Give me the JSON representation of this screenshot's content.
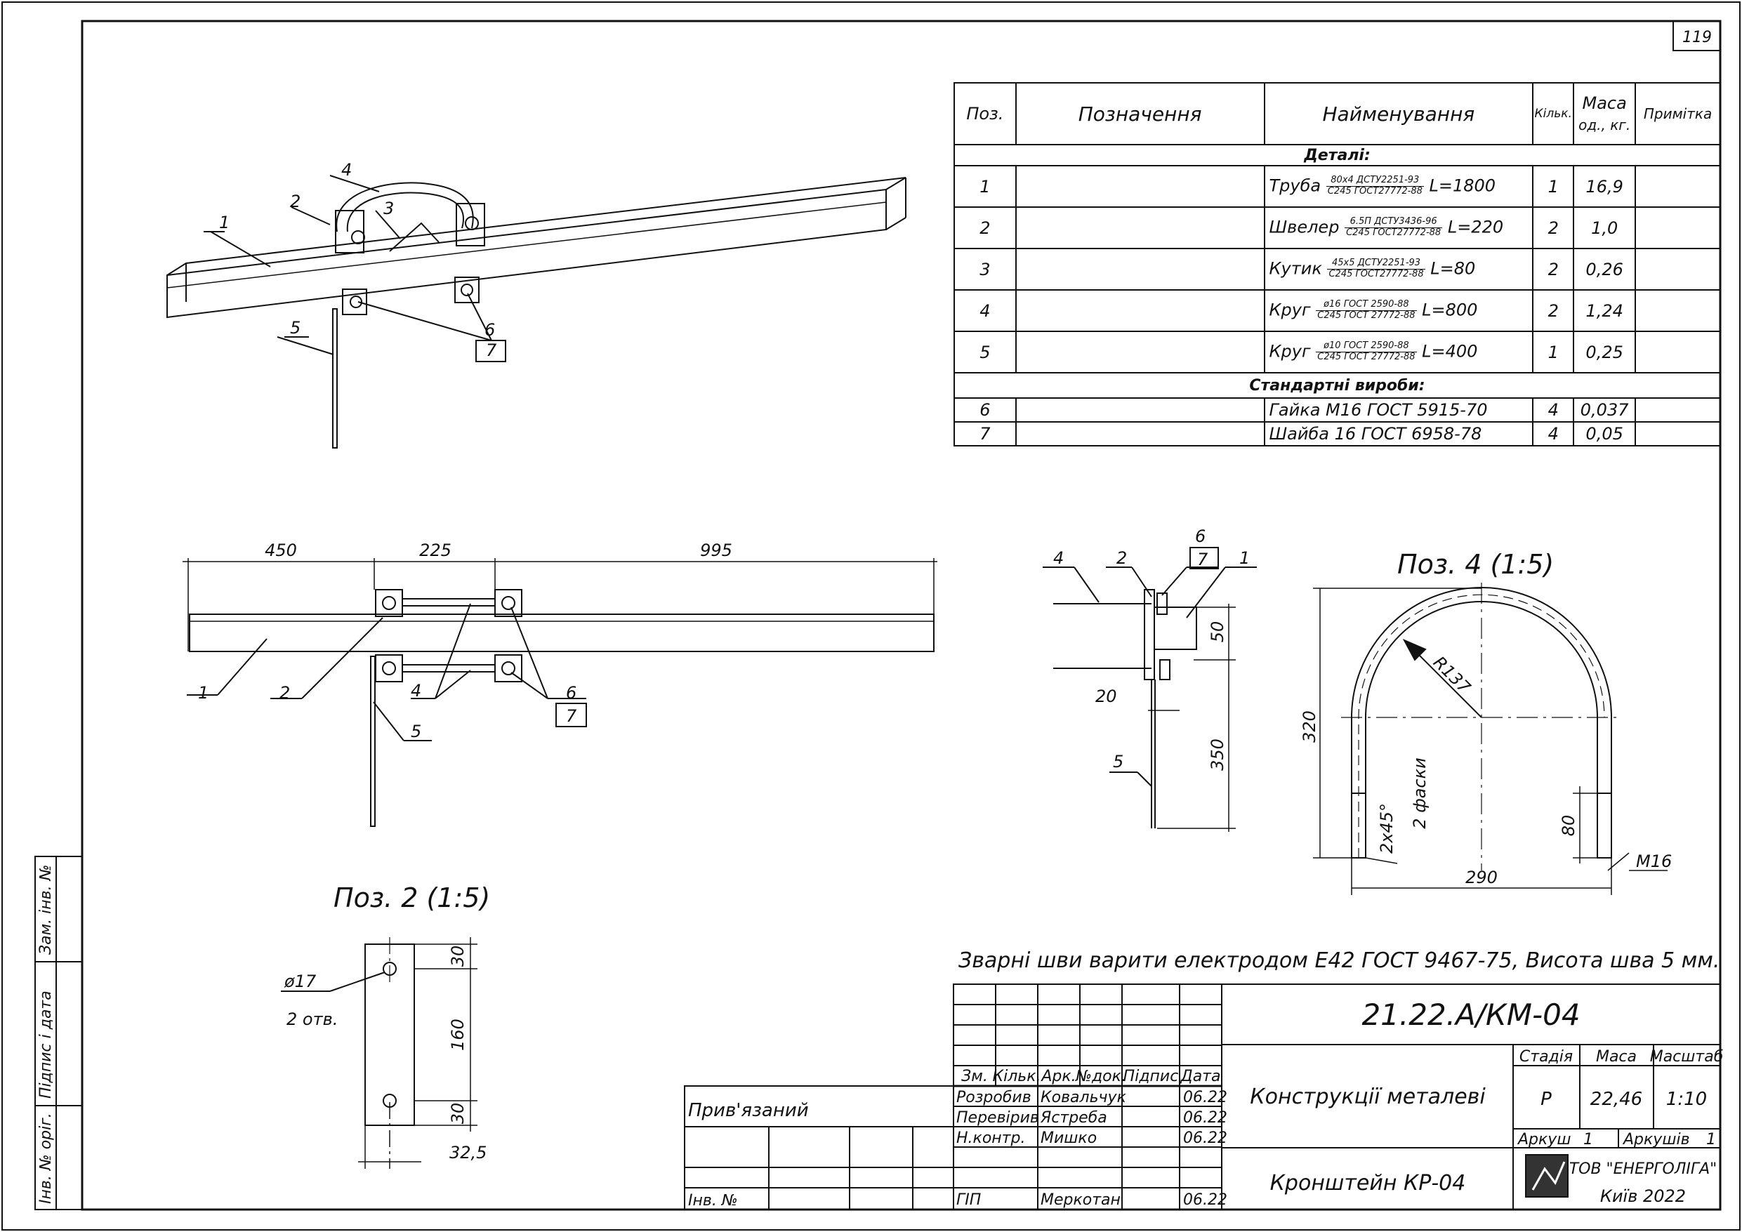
{
  "sheet_number": "119",
  "spec_table": {
    "headers": {
      "pos": "Поз.",
      "designation": "Позначення",
      "name": "Найменування",
      "qty": "Кільк.",
      "mass_line1": "Маса",
      "mass_line2": "од., кг.",
      "note": "Примітка"
    },
    "section_details": "Деталі:",
    "section_standard": "Стандартні вироби:",
    "rows": [
      {
        "pos": "1",
        "name": "Труба",
        "top": "80x4 ДСТУ2251-93",
        "bottom": "С245 ГОСТ27772-88",
        "len": "L=1800",
        "qty": "1",
        "mass": "16,9"
      },
      {
        "pos": "2",
        "name": "Швелер",
        "top": "6.5П ДСТУ3436-96",
        "bottom": "С245 ГОСТ27772-88",
        "len": "L=220",
        "qty": "2",
        "mass": "1,0"
      },
      {
        "pos": "3",
        "name": "Кутик",
        "top": "45x5 ДСТУ2251-93",
        "bottom": "С245 ГОСТ27772-88",
        "len": "L=80",
        "qty": "2",
        "mass": "0,26"
      },
      {
        "pos": "4",
        "name": "Круг",
        "top": "ø16 ГОСТ 2590-88",
        "bottom": "С245 ГОСТ 27772-88",
        "len": "L=800",
        "qty": "2",
        "mass": "1,24"
      },
      {
        "pos": "5",
        "name": "Круг",
        "top": "ø10 ГОСТ 2590-88",
        "bottom": "С245 ГОСТ 27772-88",
        "len": "L=400",
        "qty": "1",
        "mass": "0,25"
      }
    ],
    "standard_rows": [
      {
        "pos": "6",
        "name": "Гайка М16 ГОСТ 5915-70",
        "qty": "4",
        "mass": "0,037"
      },
      {
        "pos": "7",
        "name": "Шайба 16 ГОСТ 6958-78",
        "qty": "4",
        "mass": "0,05"
      }
    ]
  },
  "iso_view": {
    "labels": [
      "1",
      "2",
      "3",
      "4",
      "5",
      "6",
      "7"
    ]
  },
  "plan_view": {
    "dims": [
      "450",
      "225",
      "995"
    ],
    "labels": [
      "1",
      "2",
      "4",
      "5",
      "6",
      "7"
    ]
  },
  "side_view": {
    "labels": [
      "4",
      "2",
      "6",
      "7",
      "1",
      "5"
    ],
    "dims": [
      "50",
      "20",
      "350"
    ]
  },
  "pos4_view": {
    "title": "Поз. 4 (1:5)",
    "radius": "R137",
    "height": "320",
    "chamfer1": "2x45°",
    "chamfer2": "2 фаски",
    "thread_len": "80",
    "width": "290",
    "thread": "M16"
  },
  "pos2_view": {
    "title": "Поз. 2 (1:5)",
    "hole": "ø17",
    "holes_count": "2 отв.",
    "d1": "30",
    "d2": "160",
    "d3": "30",
    "width": "32,5"
  },
  "weld_note": "Зварні шви варити електродом Е42 ГОСТ 9467-75, Висота шва 5 мм.",
  "title_block": {
    "code": "21.22.А/КМ-04",
    "header_cols": [
      "Зм.",
      "Кільк.",
      "Арк.",
      "№док.",
      "Підпис",
      "Дата"
    ],
    "people": [
      {
        "role": "Розробив",
        "name": "Ковальчук",
        "date": "06.22"
      },
      {
        "role": "Перевірив",
        "name": "Ястреба",
        "date": "06.22"
      },
      {
        "role": "Н.контр.",
        "name": "Мишко",
        "date": "06.22"
      },
      {
        "role": "ГІП",
        "name": "Меркотан",
        "date": "06.22"
      }
    ],
    "project_title": "Конструкції металеві",
    "drawing_title": "Кронштейн КР-04",
    "stage_label": "Стадія",
    "stage": "Р",
    "mass_label": "Маса",
    "mass": "22,46",
    "scale_label": "Масштаб",
    "scale": "1:10",
    "sheet_label": "Аркуш",
    "sheet": "1",
    "sheets_label": "Аркушів",
    "sheets": "1",
    "company": "ТОВ \"ЕНЕРГОЛІГА\"",
    "city_year": "Київ 2022",
    "bound_label": "Прив'язаний",
    "inv_label": "Інв. №"
  },
  "side_stamp": [
    "Зам. інв. №",
    "Підпис і дата",
    "Інв. № оріг."
  ]
}
